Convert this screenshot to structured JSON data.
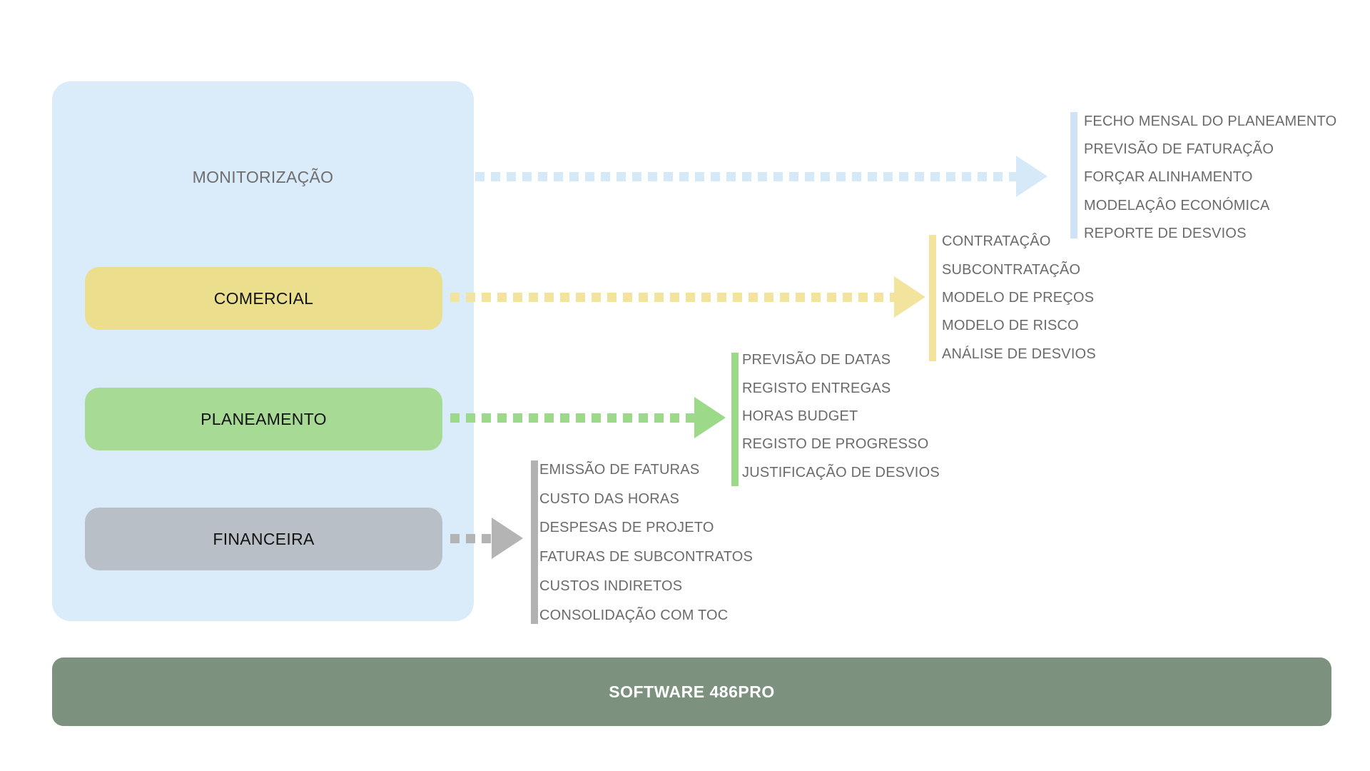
{
  "diagram": {
    "panel": {
      "title": "MONITORIZAÇÃO",
      "color": "#daebfa"
    },
    "modules": [
      {
        "label": "COMERCIAL",
        "color": "#ebdf8e"
      },
      {
        "label": "PLANEAMENTO",
        "color": "#a7da95"
      },
      {
        "label": "FINANCEIRA",
        "color": "#b9bfc6"
      }
    ],
    "flows": [
      {
        "source": "MONITORIZAÇÃO",
        "color": "#cfe3f6",
        "items": [
          "FECHO MENSAL DO PLANEAMENTO",
          "PREVISÃO DE FATURAÇÃO",
          "FORÇAR ALINHAMENTO",
          "MODELAÇÂO ECONÓMICA",
          "REPORTE DE DESVIOS"
        ]
      },
      {
        "source": "COMERCIAL",
        "color": "#f2e49c",
        "items": [
          "CONTRATAÇÂO",
          "SUBCONTRATAÇÃO",
          "MODELO DE PREÇOS",
          "MODELO DE RISCO",
          "ANÁLISE DE DESVIOS"
        ]
      },
      {
        "source": "PLANEAMENTO",
        "color": "#9cd989",
        "items": [
          "PREVISÃO DE DATAS",
          "REGISTO ENTREGAS",
          "HORAS BUDGET",
          "REGISTO DE PROGRESSO",
          "JUSTIFICAÇÃO DE DESVIOS"
        ]
      },
      {
        "source": "FINANCEIRA",
        "color": "#b2b2b2",
        "items": [
          "EMISSÃO DE FATURAS",
          "CUSTO DAS HORAS",
          "DESPESAS DE PROJETO",
          "FATURAS DE SUBCONTRATOS",
          "CUSTOS INDIRETOS",
          "CONSOLIDAÇÃO COM TOC"
        ]
      }
    ],
    "footer": {
      "label": "SOFTWARE 486PRO",
      "color": "#7d927e"
    }
  }
}
